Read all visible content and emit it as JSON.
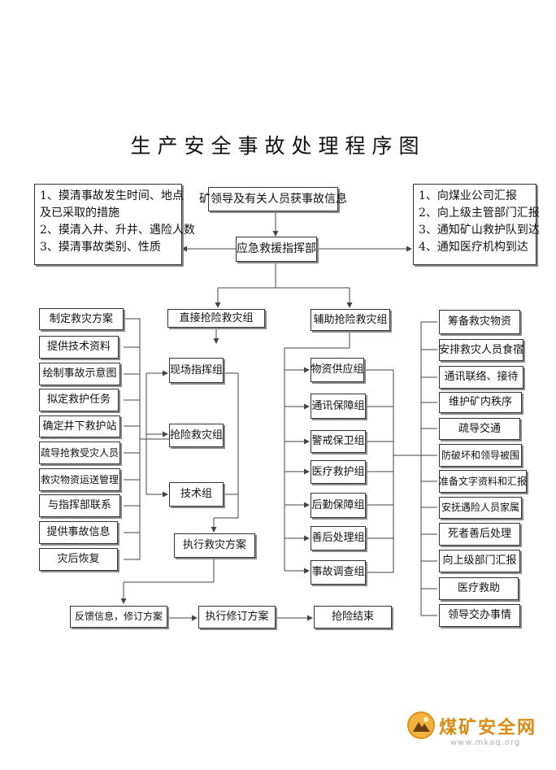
{
  "title": "生产安全事故处理程序图",
  "top": {
    "left_notes": [
      "1、摸清事故发生时间、地点",
      "及已采取的措施",
      "2、摸清入井、升井、遇险人数",
      "3、摸清事故类别、性质"
    ],
    "info": "矿领导及有关人员获事故信息",
    "command": "应急救援指挥部",
    "right_notes": [
      "1、向煤业公司汇报",
      "2、向上级主管部门汇报",
      "3、通知矿山救护队到达",
      "4、通知医疗机构到达"
    ]
  },
  "direct": {
    "title": "直接抢险救灾组",
    "groups": [
      "现场指挥组",
      "抢险救灾组",
      "技术组"
    ],
    "plan": "执行救灾方案"
  },
  "assist": {
    "title": "辅助抢险救灾组",
    "groups": [
      "物资供应组",
      "通讯保障组",
      "警戒保卫组",
      "医疗救护组",
      "后勤保障组",
      "善后处理组",
      "事故调查组"
    ]
  },
  "left_tasks": [
    "制定救灾方案",
    "提供技术资料",
    "绘制事故示意图",
    "拟定救护任务",
    "确定井下救护站",
    "疏导抢救受灾人员",
    "救灾物资运送管理",
    "与指挥部联系",
    "提供事故信息",
    "灾后恢复"
  ],
  "right_tasks": [
    "筹备救灾物资",
    "安排救灾人员食宿",
    "通讯联络、接待",
    "维护矿内秩序",
    "疏导交通",
    "防破坏和领导被围",
    "准备文字资料和汇报",
    "安抚遇险人员家属",
    "死者善后处理",
    "向上级部门汇报",
    "医疗救助",
    "领导交办事情"
  ],
  "bottom": {
    "feedback": "反馈信息，修订方案",
    "revised": "执行修订方案",
    "end": "抢险结束"
  },
  "watermark": {
    "name": "煤矿安全网",
    "url": "www.mkaq.org"
  }
}
